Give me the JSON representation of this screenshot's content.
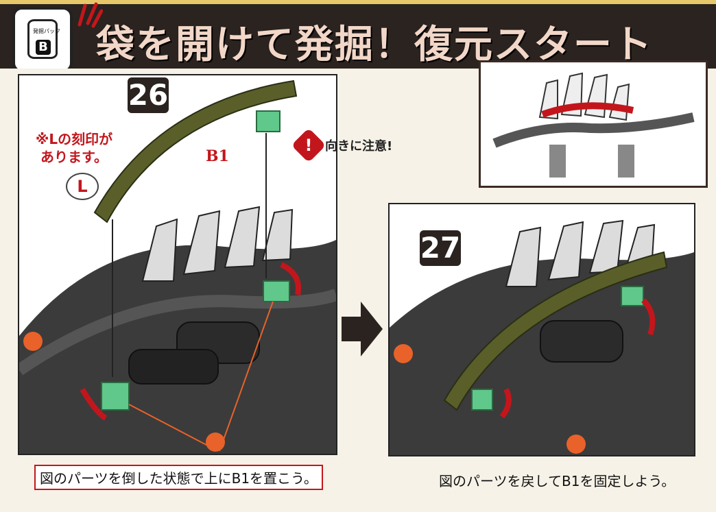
{
  "header": {
    "title": "袋を開けて発掘！復元スタートだ!!",
    "badge_label": "発掘パック",
    "badge_letter": "B"
  },
  "steps": [
    {
      "number": "26",
      "notes": [
        "※Lの刻印が",
        "あります。"
      ],
      "bubble": "L",
      "part_label": "B1",
      "warning": "向きに注意!",
      "caption": "図のパーツを倒した状態で上にB1を置こう。"
    },
    {
      "number": "27",
      "caption": "図のパーツを戻してB1を固定しよう。"
    }
  ],
  "colors": {
    "accent_red": "#c3161c",
    "part_green": "#5a5f2a",
    "clip_green": "#5fc88a",
    "header_dark": "#2a2320",
    "header_title": "#f2d7c8"
  },
  "icons": {
    "warning": "warning-icon",
    "arrow": "right-arrow-icon"
  }
}
